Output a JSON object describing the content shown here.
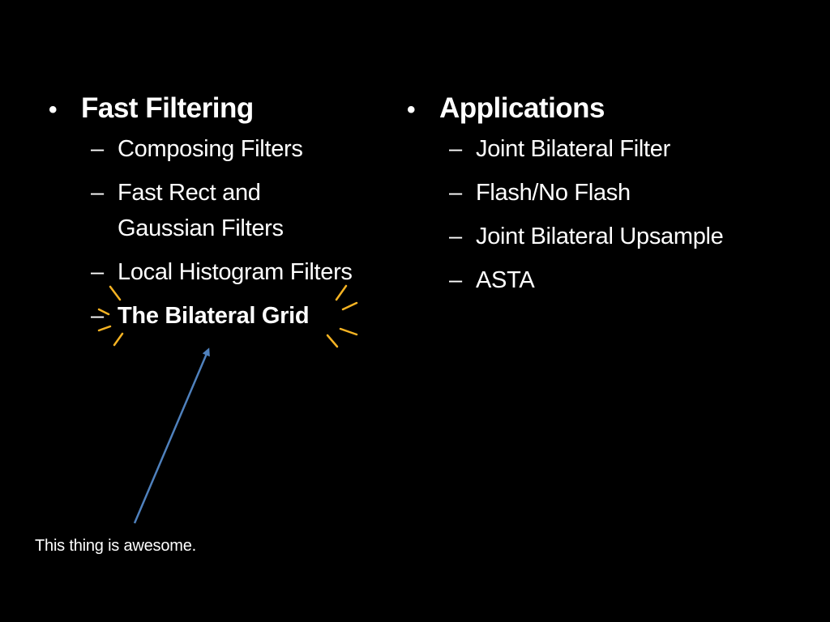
{
  "left_column": {
    "bullet": "•",
    "heading": "Fast Filtering",
    "dash": "–",
    "items": [
      "Composing Filters",
      "Fast Rect and Gaussian Filters",
      "Local Histogram Filters",
      "The Bilateral Grid"
    ]
  },
  "right_column": {
    "bullet": "•",
    "heading": "Applications",
    "dash": "–",
    "items": [
      "Joint Bilateral Filter",
      "Flash/No Flash",
      "Joint Bilateral Upsample",
      "ASTA"
    ]
  },
  "annotation": {
    "caption": "This thing is awesome.",
    "arrow_color": "#4f81bd",
    "sparkle_color": "#f5b323"
  },
  "colors": {
    "background": "#000000",
    "text": "#ffffff"
  }
}
